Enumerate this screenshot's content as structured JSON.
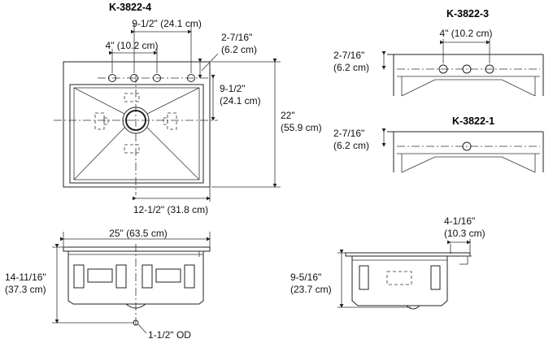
{
  "models": {
    "k4": "K-3822-4",
    "k3": "K-3822-3",
    "k1": "K-3822-1"
  },
  "dims": {
    "k4_top_spread": "9-1/2\" (24.1 cm)",
    "k4_hole_spacing": "4\" (10.2 cm)",
    "k4_edge_in": "2-7/16\"",
    "k4_edge_cm": "(6.2 cm)",
    "k4_center_in": "9-1/2\"",
    "k4_center_cm": "(24.1 cm)",
    "k4_depth_in": "22\"",
    "k4_depth_cm": "(55.9 cm)",
    "k4_drain_offset": "12-1/2\" (31.8 cm)",
    "k3_hole_spacing": "4\" (10.2 cm)",
    "k3_edge_in": "2-7/16\"",
    "k3_edge_cm": "(6.2 cm)",
    "k1_edge_in": "2-7/16\"",
    "k1_edge_cm": "(6.2 cm)",
    "front_width": "25\" (63.5 cm)",
    "front_height_in": "14-11/16\"",
    "front_height_cm": "(37.3 cm)",
    "drain_od": "1-1/2\" OD",
    "side_flange_in": "4-1/16\"",
    "side_flange_cm": "(10.3 cm)",
    "side_height_in": "9-5/16\"",
    "side_height_cm": "(23.7 cm)"
  }
}
